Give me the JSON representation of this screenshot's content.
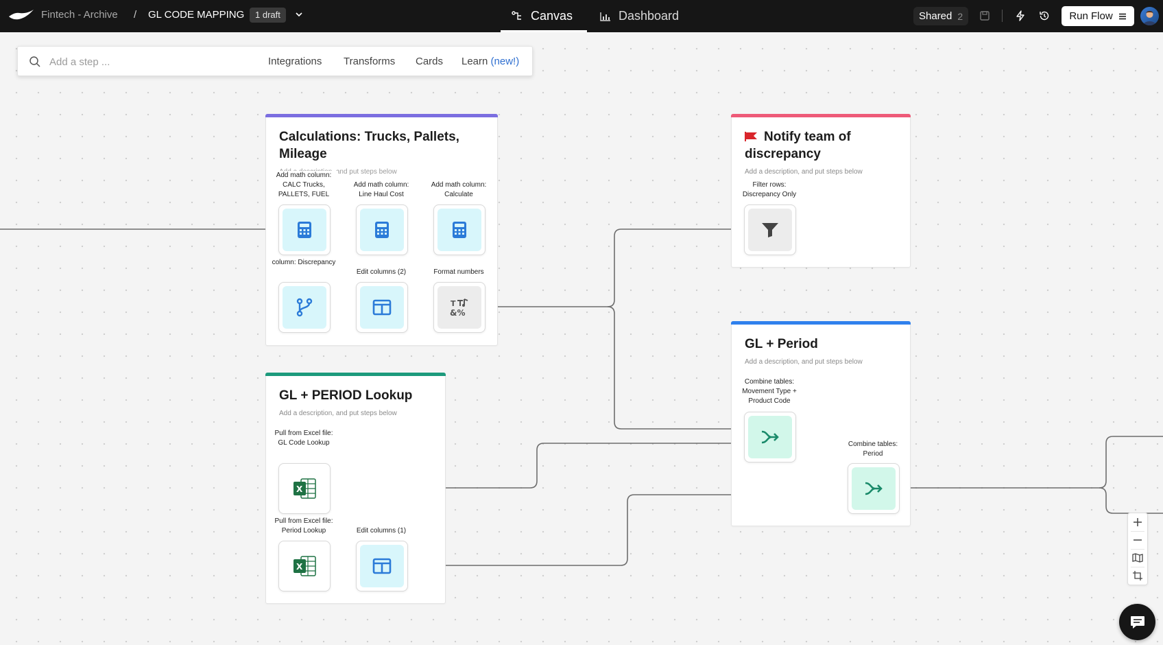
{
  "topbar": {
    "workspace": "Fintech - Archive",
    "separator": "/",
    "flow_name": "GL CODE MAPPING",
    "draft_badge": "1 draft",
    "tabs": [
      {
        "label": "Canvas",
        "icon": "canvas-icon",
        "active": true
      },
      {
        "label": "Dashboard",
        "icon": "bar-chart-icon",
        "active": false
      }
    ],
    "shared_label": "Shared",
    "shared_count": "2",
    "run_flow_label": "Run Flow"
  },
  "search": {
    "placeholder": "Add a step ...",
    "links": [
      "Integrations",
      "Transforms",
      "Cards",
      "Learn"
    ],
    "learn_new": "(new!)"
  },
  "cards": {
    "calculations": {
      "title": "Calculations: Trucks, Pallets, Mileage",
      "desc": "Add a description, and put steps below",
      "accent": "#7b6ee0",
      "steps": [
        {
          "label": "Add math column: CALC Trucks, PALLETS, FUEL",
          "icon": "calculator-icon"
        },
        {
          "label": "Add math column: Line Haul Cost",
          "icon": "calculator-icon"
        },
        {
          "label": "Add math column: Calculate",
          "icon": "calculator-icon"
        },
        {
          "label": "column: Discrepancy",
          "icon": "branch-icon"
        },
        {
          "label": "Edit columns (2)",
          "icon": "columns-icon"
        },
        {
          "label": "Format numbers",
          "icon": "format-numbers-icon"
        }
      ]
    },
    "notify": {
      "title": "Notify team of discrepancy",
      "desc": "Add a description, and put steps below",
      "accent": "#ee5a78",
      "flag_color": "#d9252b",
      "steps": [
        {
          "label": "Filter rows: Discrepancy Only",
          "icon": "filter-icon"
        }
      ]
    },
    "gl_period": {
      "title": "GL + Period",
      "desc": "Add a description, and put steps below",
      "accent": "#2f80ed",
      "steps": [
        {
          "label": "Combine tables: Movement Type + Product Code",
          "icon": "merge-icon"
        },
        {
          "label": "Combine tables: Period",
          "icon": "merge-icon"
        }
      ]
    },
    "lookup": {
      "title": "GL + PERIOD Lookup",
      "desc": "Add a description, and put steps below",
      "accent": "#1d9a7c",
      "steps": [
        {
          "label": "Pull from Excel file: GL Code Lookup",
          "icon": "excel-icon"
        },
        {
          "label": "Pull from Excel file: Period Lookup",
          "icon": "excel-icon"
        },
        {
          "label": "Edit columns (1)",
          "icon": "columns-icon"
        }
      ]
    }
  },
  "colors": {
    "topbar_bg": "#161616",
    "cyan_tile": "#d8f6fb",
    "mint_tile": "#d2f7ea",
    "icon_blue": "#2b7bd8",
    "icon_green": "#1a8a6a",
    "excel_green": "#1f7244"
  }
}
